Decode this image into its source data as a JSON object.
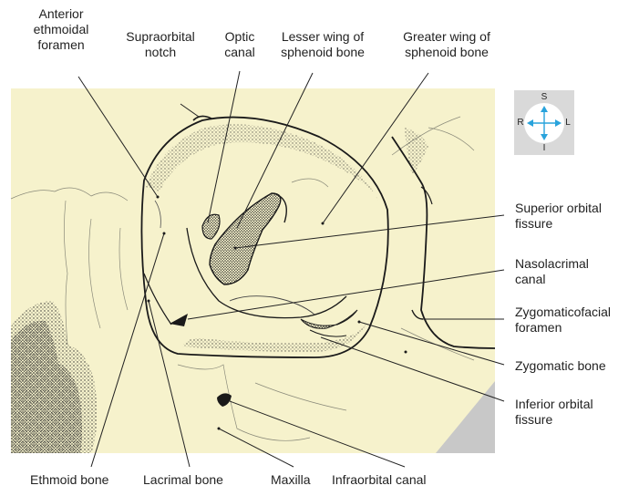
{
  "labels": {
    "anterior_ethmoidal_foramen": "Anterior\nethmoidal\nforamen",
    "supraorbital_notch": "Supraorbital\nnotch",
    "optic_canal": "Optic\ncanal",
    "lesser_wing": "Lesser wing of\nsphenoid bone",
    "greater_wing": "Greater wing of\nsphenoid bone",
    "superior_orbital_fissure": "Superior orbital\nfissure",
    "nasolacrimal_canal": "Nasolacrimal\ncanal",
    "zygomaticofacial_foramen": "Zygomaticofacial\nforamen",
    "zygomatic_bone": "Zygomatic bone",
    "inferior_orbital_fissure": "Inferior orbital\nfissure",
    "ethmoid_bone": "Ethmoid bone",
    "lacrimal_bone": "Lacrimal bone",
    "maxilla": "Maxilla",
    "infraorbital_canal": "Infraorbital canal"
  },
  "compass": {
    "superior": "S",
    "inferior": "I",
    "right": "R",
    "left": "L"
  },
  "colors": {
    "bone_fill": "#f6f2cc",
    "stipple": "#2a2a2a",
    "outline": "#1a1a1a",
    "leader": "#222222",
    "compass_arrow": "#29a3dc",
    "compass_bg": "#d9d9d9",
    "corner_gray": "#c8c8c8"
  }
}
